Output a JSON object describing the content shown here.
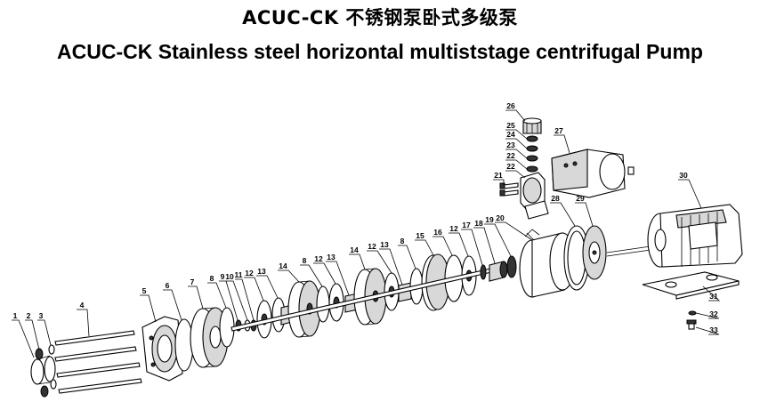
{
  "title_cn": "ACUC-CK 不锈钢泵卧式多级泵",
  "title_en": "ACUC-CK Stainless steel horizontal multiststage centrifugal Pump",
  "part_labels": [
    "1",
    "2",
    "3",
    "4",
    "5",
    "6",
    "7",
    "8",
    "9",
    "10",
    "11",
    "12",
    "13",
    "14",
    "8",
    "12",
    "13",
    "14",
    "12",
    "13",
    "8",
    "15",
    "16",
    "12",
    "17",
    "18",
    "19",
    "20",
    "21",
    "22",
    "22",
    "23",
    "24",
    "25",
    "26",
    "27",
    "28",
    "29",
    "30",
    "31",
    "32",
    "33"
  ]
}
